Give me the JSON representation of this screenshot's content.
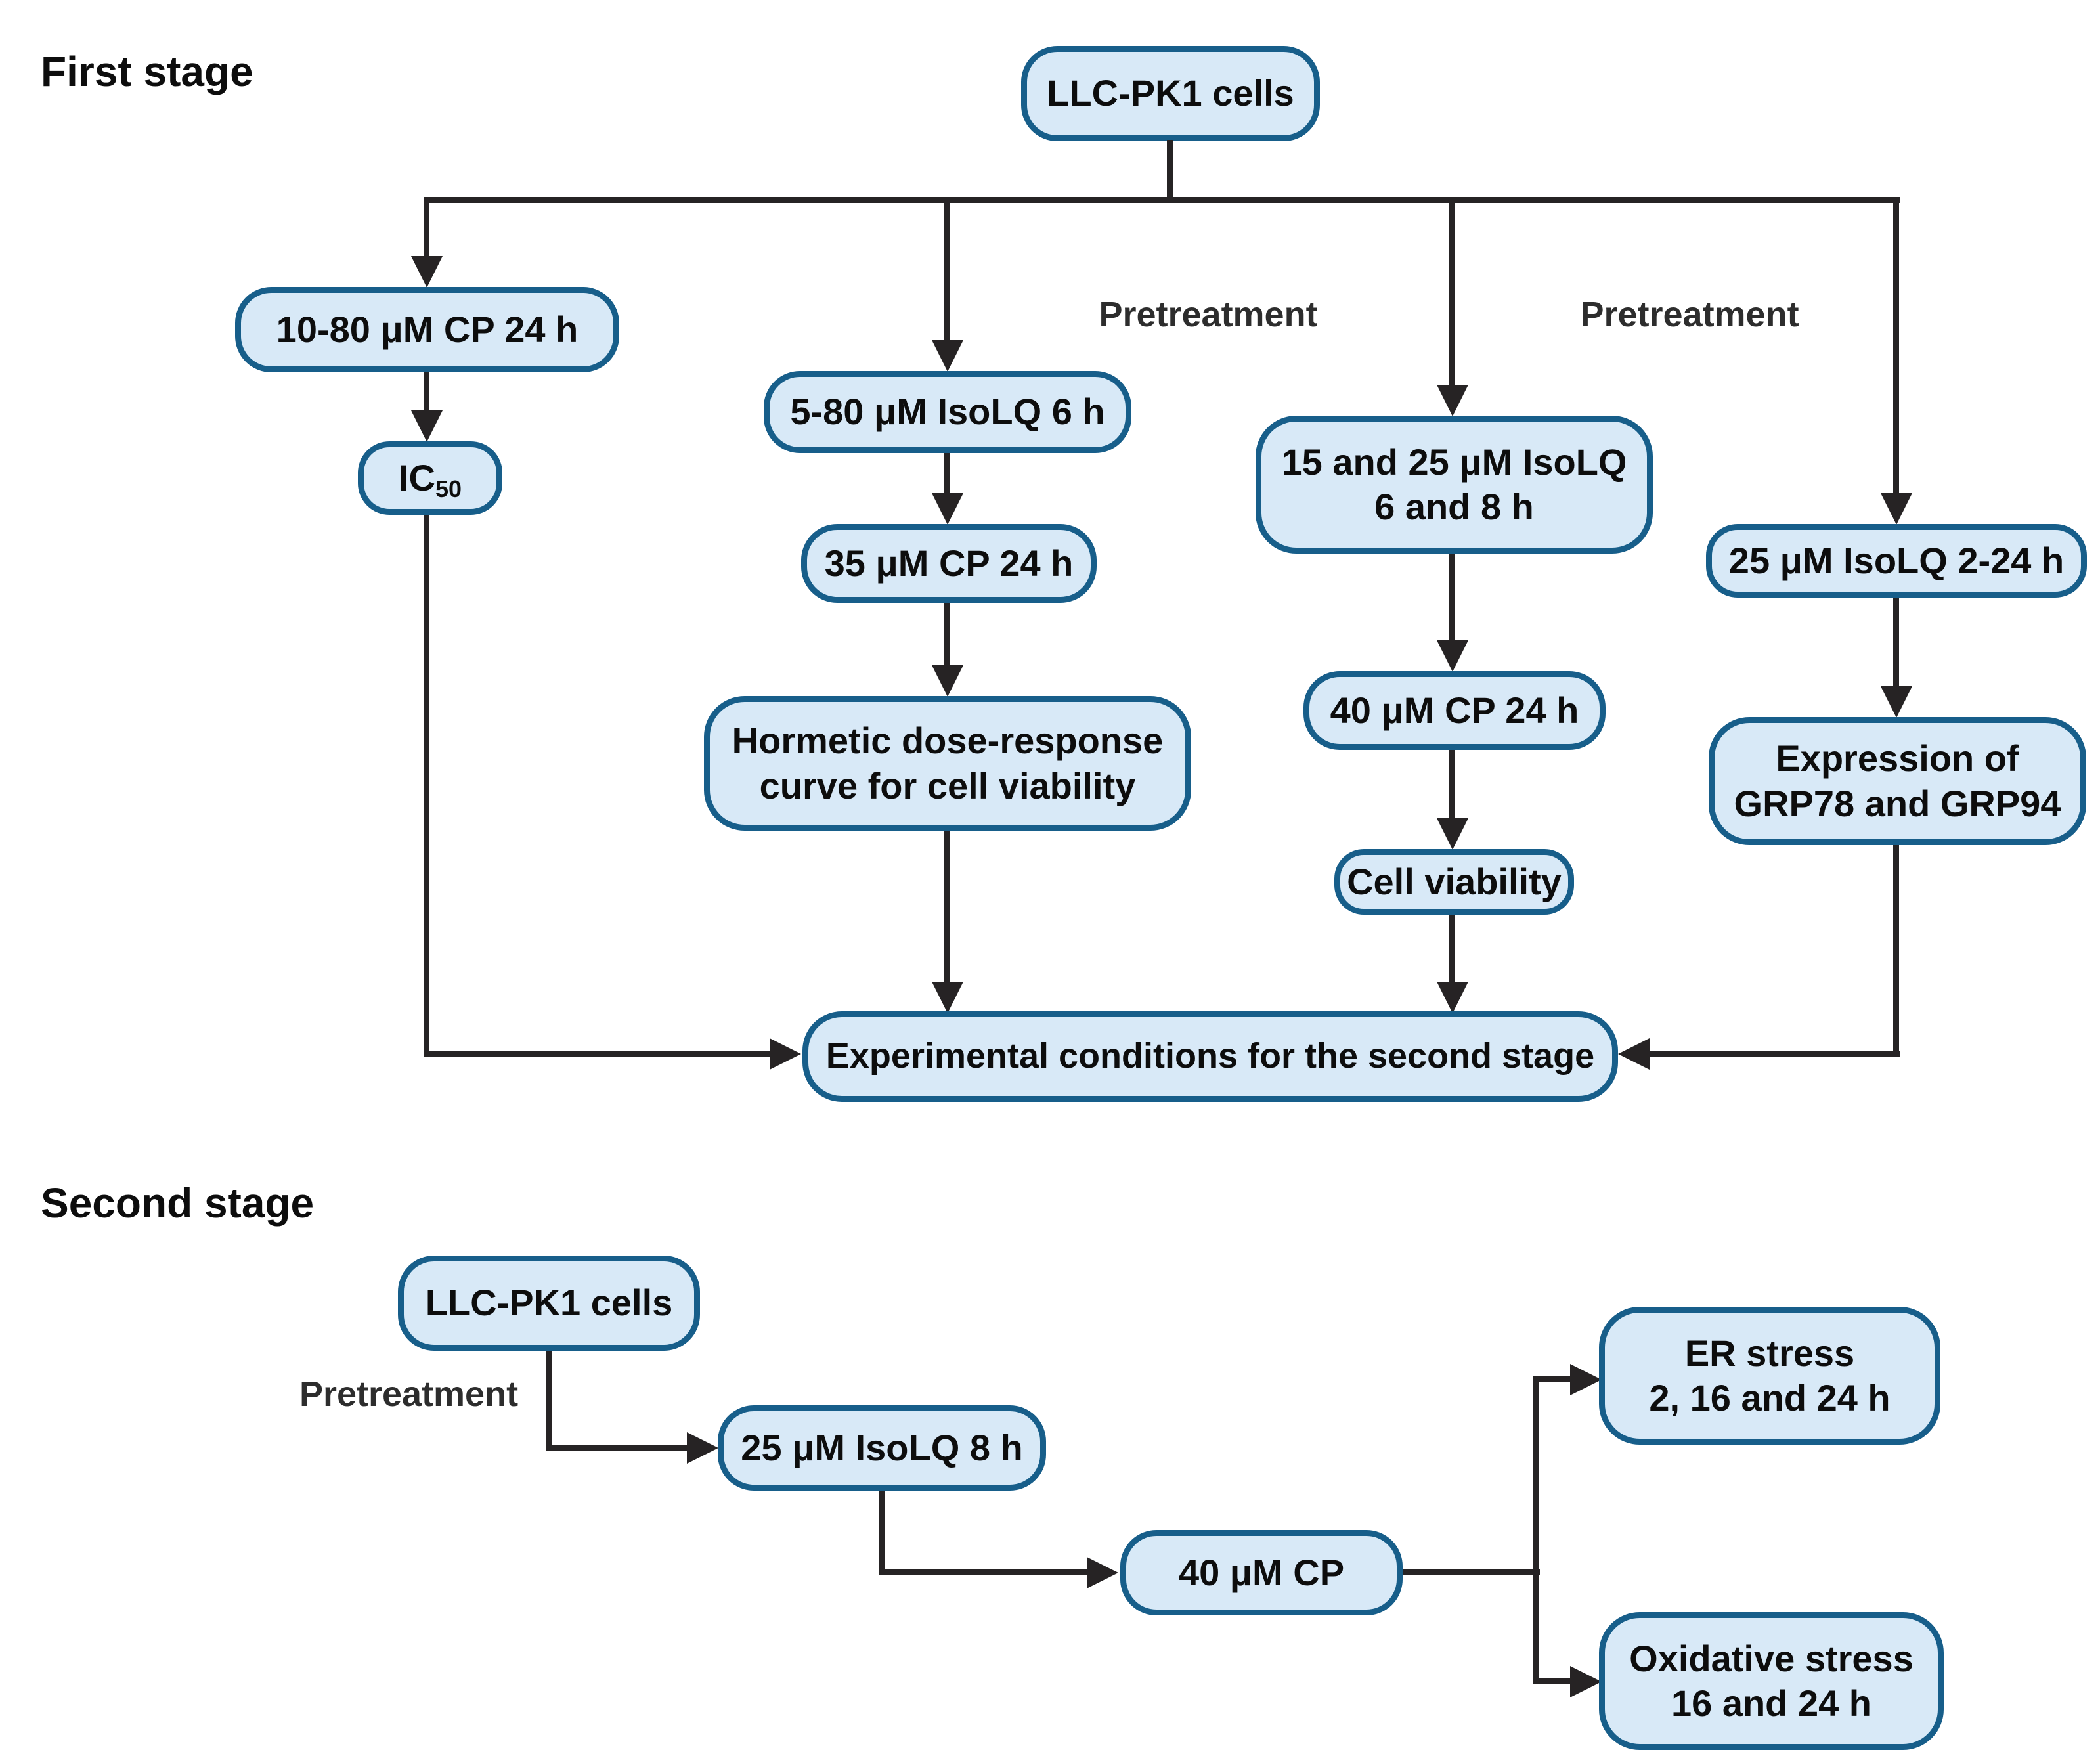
{
  "colors": {
    "box_fill": "#d8e9f7",
    "box_border": "#175e8a",
    "connector": "#262324",
    "text": "#0d0d0d",
    "label_text": "#2d2d2d"
  },
  "stage1": {
    "heading": "First stage",
    "root_label": "LLC-PK1 cells",
    "pretreatment_left": "Pretreatment",
    "pretreatment_right": "Pretreatment",
    "cp_range": "10-80 μM CP 24 h",
    "ic50_main": "IC",
    "ic50_sub": "50",
    "isolq_range": "5-80 μM IsoLQ 6 h",
    "cp35": "35 μM CP 24 h",
    "hormetic_line1": "Hormetic dose-response",
    "hormetic_line2": "curve for cell viability",
    "isolq_1525_line1": "15 and 25 μM IsoLQ",
    "isolq_1525_line2": "6 and 8 h",
    "cp40_24h": "40 μM CP 24 h",
    "cell_viability": "Cell viability",
    "isolq_224": "25 μM IsoLQ 2-24 h",
    "grp_line1": "Expression of",
    "grp_line2": "GRP78 and GRP94",
    "converge": "Experimental conditions for the second stage"
  },
  "stage2": {
    "heading": "Second stage",
    "root_label": "LLC-PK1 cells",
    "pretreatment": "Pretreatment",
    "isolq8": "25 μM IsoLQ 8 h",
    "cp40": "40 μM CP",
    "er_line1": "ER stress",
    "er_line2": "2, 16 and 24 h",
    "ox_line1": "Oxidative stress",
    "ox_line2": "16 and 24 h"
  }
}
